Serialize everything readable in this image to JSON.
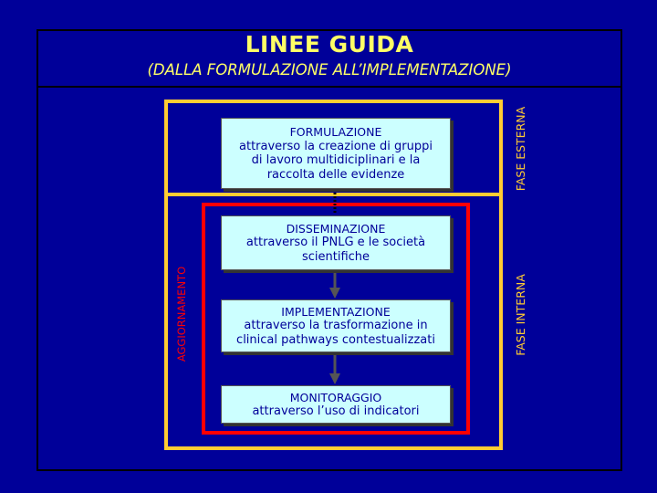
{
  "title": "LINEE GUIDA",
  "subtitle": "(DALLA FORMULAZIONE ALL’IMPLEMENTAZIONE)",
  "phases": {
    "external": "FASE ESTERNA",
    "internal": "FASE INTERNA",
    "update": "AGGIORNAMENTO"
  },
  "steps": [
    {
      "title": "FORMULAZIONE",
      "lines": [
        "attraverso la creazione di gruppi",
        "di lavoro multidiciplinari e la",
        "raccolta delle evidenze"
      ]
    },
    {
      "title": "DISSEMINAZIONE",
      "lines": [
        "attraverso il PNLG e le società",
        "scientifiche"
      ]
    },
    {
      "title": "IMPLEMENTAZIONE",
      "lines": [
        "attraverso la trasformazione in",
        "clinical pathways contestualizzati"
      ]
    },
    {
      "title": "MONITORAGGIO",
      "lines": [
        "attraverso l’uso di indicatori"
      ]
    }
  ],
  "colors": {
    "background": "#000099",
    "title": "#ffff66",
    "external_phase": "#ffcc33",
    "internal_phase": "#ff0000",
    "step_fill": "#ccffff",
    "step_text": "#000099"
  }
}
